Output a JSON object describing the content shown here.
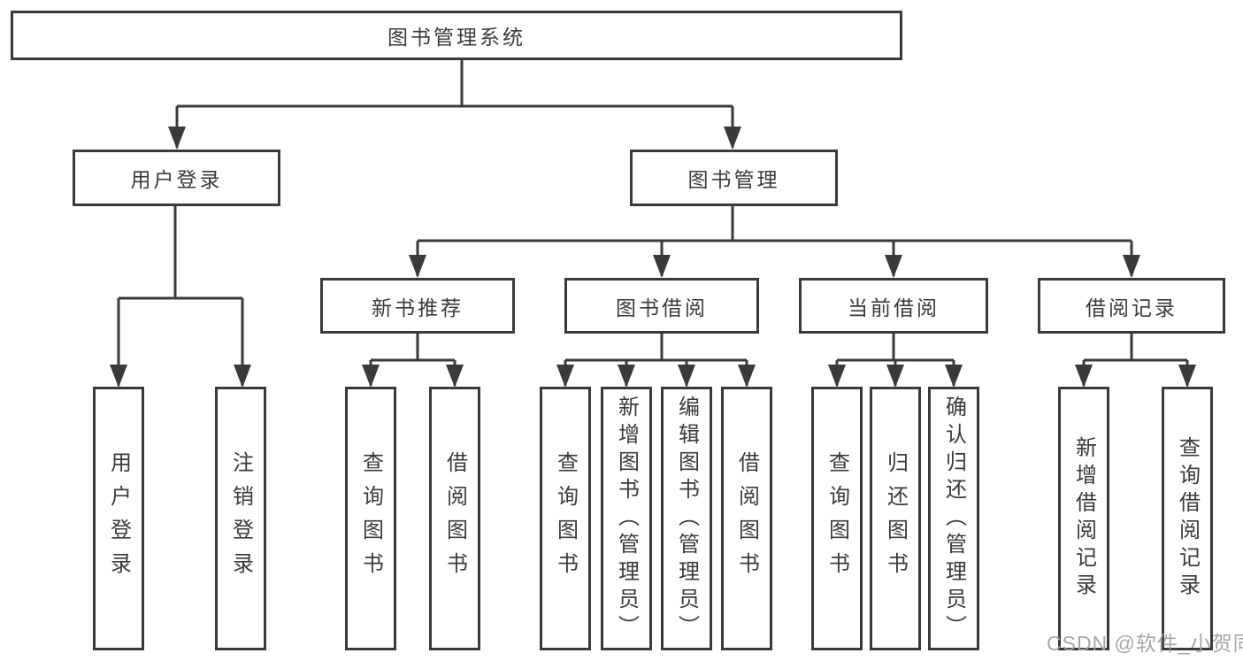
{
  "diagram": {
    "root": {
      "label": "图书管理系统"
    },
    "branches": [
      {
        "label": "用户登录",
        "children": [
          "用户登录",
          "注销登录"
        ]
      },
      {
        "label": "图书管理",
        "groups": [
          {
            "label": "新书推荐",
            "children": [
              "查询图书",
              "借阅图书"
            ]
          },
          {
            "label": "图书借阅",
            "children": [
              "查询图书",
              "新增图书（管理员）",
              "编辑图书（管理员）",
              "借阅图书"
            ]
          },
          {
            "label": "当前借阅",
            "children": [
              "查询图书",
              "归还图书",
              "确认归还（管理员）"
            ]
          },
          {
            "label": "借阅记录",
            "children": [
              "新增借阅记录",
              "查询借阅记录"
            ]
          }
        ]
      }
    ]
  },
  "watermark": {
    "text": "CSDN @软件_小贺同学"
  },
  "colors": {
    "line": "#3a3a3a",
    "box_border": "#3a3a3a",
    "text": "#3a3a3a",
    "watermark": "#9e9e9e",
    "background": "#ffffff"
  }
}
